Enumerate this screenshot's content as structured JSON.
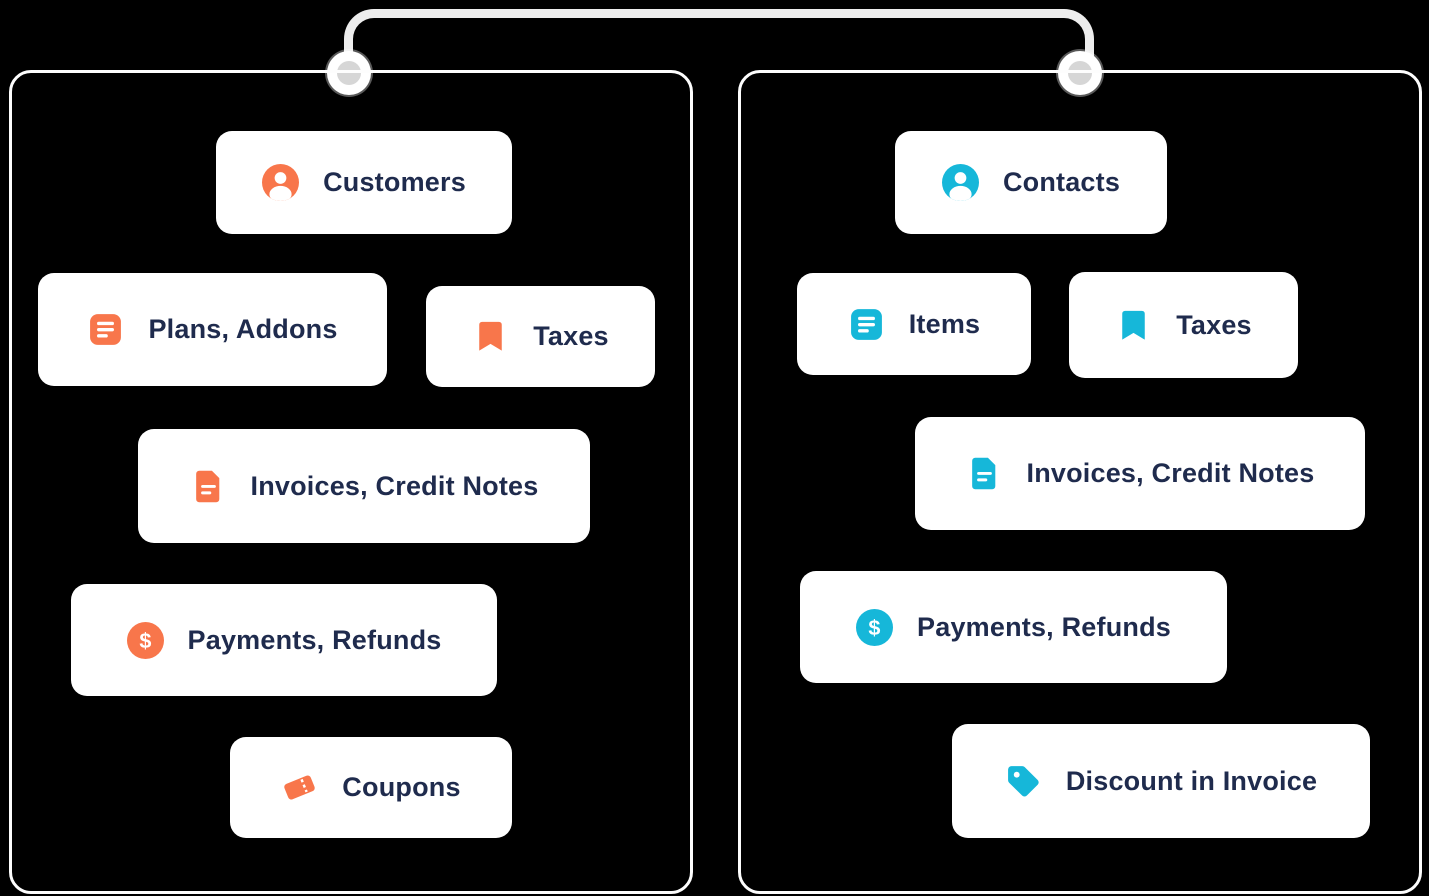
{
  "colors": {
    "orange": "#F8764B",
    "cyan": "#16B7D9",
    "text": "#1F2B4D",
    "card_bg": "#FFFFFF",
    "board_border": "#FDFDFD",
    "wire": "#EDEDED",
    "background": "#000000"
  },
  "boards": [
    {
      "name": "left-board",
      "accent": "#F8764B",
      "items": [
        {
          "label": "Customers",
          "icon": "person-icon"
        },
        {
          "label": "Plans, Addons",
          "icon": "list-icon"
        },
        {
          "label": "Taxes",
          "icon": "bookmark-icon"
        },
        {
          "label": "Invoices, Credit Notes",
          "icon": "document-icon"
        },
        {
          "label": "Payments, Refunds",
          "icon": "dollar-icon"
        },
        {
          "label": "Coupons",
          "icon": "coupon-icon"
        }
      ]
    },
    {
      "name": "right-board",
      "accent": "#16B7D9",
      "items": [
        {
          "label": "Contacts",
          "icon": "person-icon"
        },
        {
          "label": "Items",
          "icon": "list-icon"
        },
        {
          "label": "Taxes",
          "icon": "bookmark-icon"
        },
        {
          "label": "Invoices, Credit Notes",
          "icon": "document-icon"
        },
        {
          "label": "Payments, Refunds",
          "icon": "dollar-icon"
        },
        {
          "label": "Discount in Invoice",
          "icon": "tag-icon"
        }
      ]
    }
  ]
}
